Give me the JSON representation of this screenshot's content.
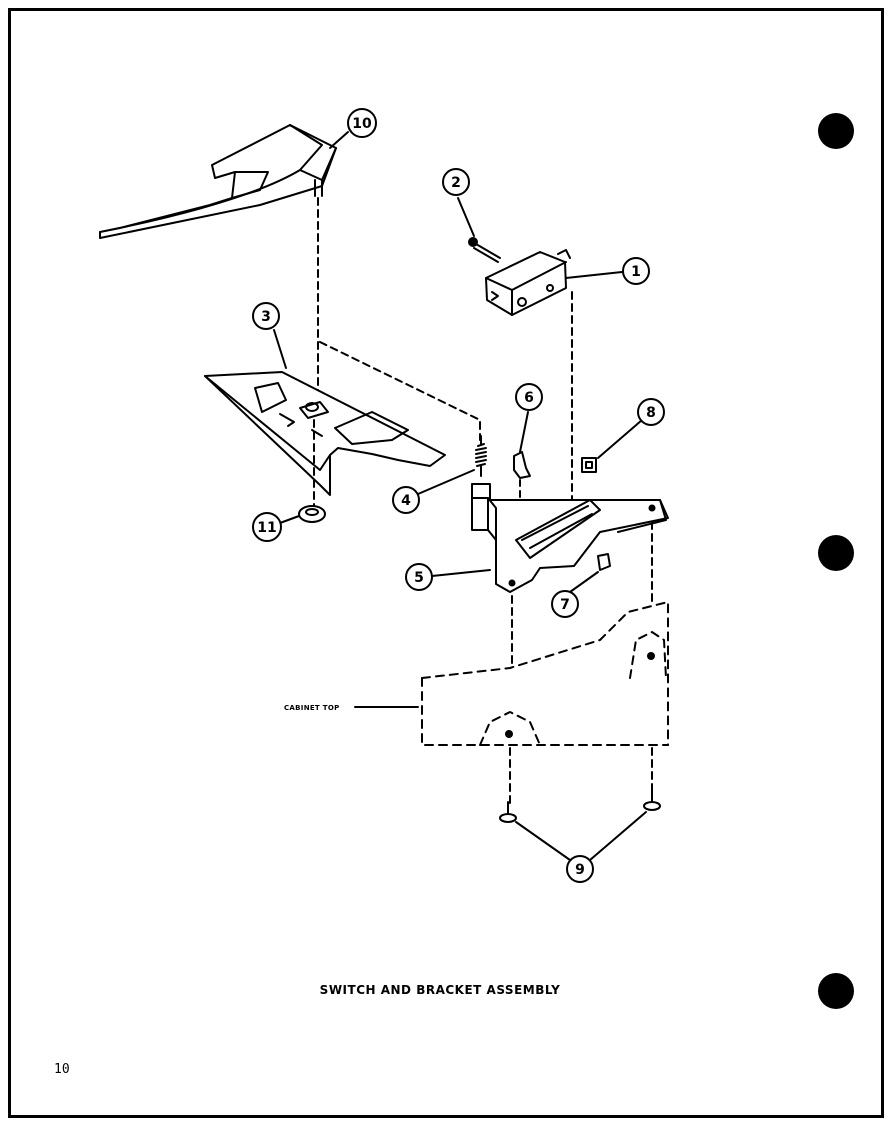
{
  "diagram": {
    "title": "SWITCH AND BRACKET ASSEMBLY",
    "page_number": "10",
    "cabinet_label": "CABINET TOP",
    "callouts": [
      "1",
      "2",
      "3",
      "4",
      "5",
      "6",
      "7",
      "8",
      "9",
      "10",
      "11"
    ]
  }
}
